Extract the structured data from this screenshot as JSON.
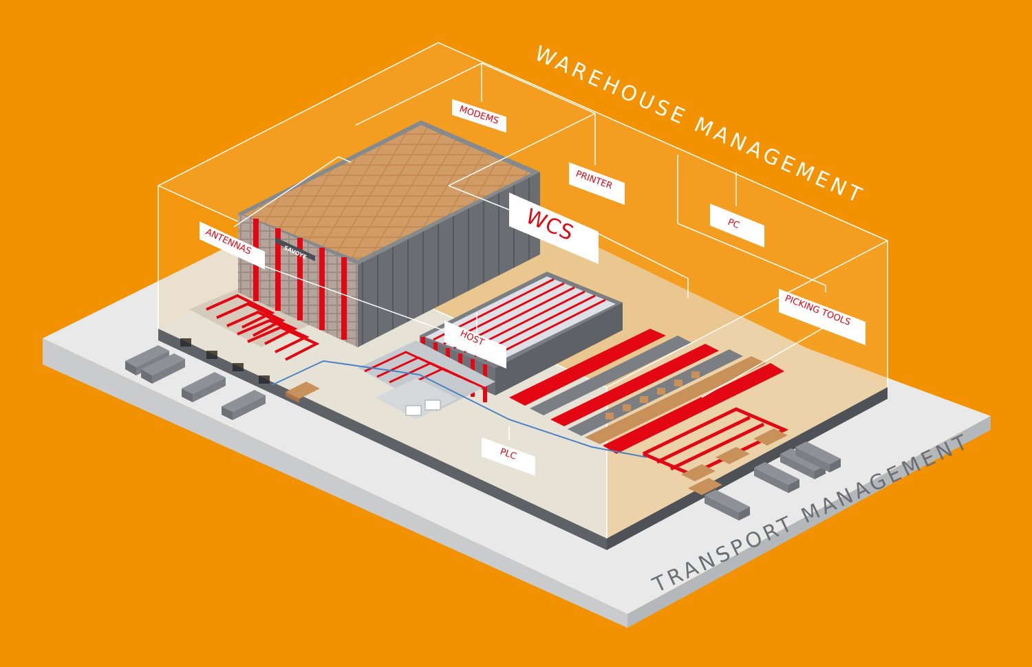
{
  "colors": {
    "background": "#F39200",
    "floor_top": "#E9E9E9",
    "floor_side": "#C9CBCD",
    "inner_floor": "#E3EDF5",
    "wall": "#5E6266",
    "glass_fill": "#F3A73C",
    "accent_red": "#E30613",
    "cardboard": "#C8915A",
    "pipe_blue": "#4B82C3"
  },
  "titles": {
    "warehouse": "WAREHOUSE MANAGEMENT",
    "transport": "TRANSPORT MANAGEMENT"
  },
  "tags": {
    "wcs": "WCS",
    "modems": "MODEMS",
    "printer": "PRINTER",
    "pc": "PC",
    "antennas": "ANTENNAS",
    "host": "HOST",
    "picking_tools": "PICKING TOOLS",
    "plc": "PLC"
  },
  "logo": "SAVOYE",
  "icons": [
    "truck-icon",
    "storage-tower",
    "conveyor-loop",
    "pallet-icon"
  ]
}
